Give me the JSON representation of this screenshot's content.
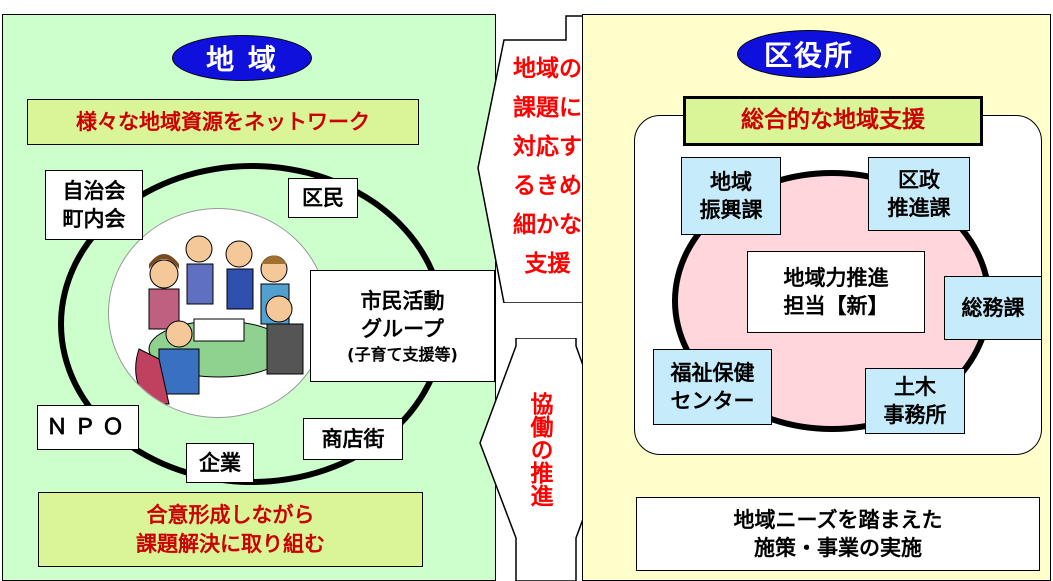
{
  "left": {
    "title": "地 域",
    "banner": "様々な地域資源をネットワーク",
    "chonaikai_l1": "自治会",
    "chonaikai_l2": "町内会",
    "kumin": "区民",
    "shimin_l1": "市民活動",
    "shimin_l2": "グループ",
    "shimin_l3": "(子育て支援等)",
    "npo": "ＮＰＯ",
    "shotengai": "商店街",
    "kigyo": "企業",
    "bottom_l1": "合意形成しながら",
    "bottom_l2": "課題解決に取り組む"
  },
  "middle": {
    "upper": [
      "地域の",
      "課題に",
      "対応す",
      "るきめ",
      "細かな",
      "支援"
    ],
    "lower": "協働の推進"
  },
  "right": {
    "title": "区役所",
    "banner": "総合的な地域支援",
    "chiiki_l1": "地域",
    "chiiki_l2": "振興課",
    "kusei_l1": "区政",
    "kusei_l2": "推進課",
    "center_l1": "地域力推進",
    "center_l2": "担当【新】",
    "somu": "総務課",
    "fukushi_l1": "福祉保健",
    "fukushi_l2": "センター",
    "doboku_l1": "土木",
    "doboku_l2": "事務所",
    "bottom_l1": "地域ニーズを踏まえた",
    "bottom_l2": "施策・事業の実施"
  },
  "colors": {
    "left_panel": "#ccffcc",
    "right_panel": "#ffffcc",
    "pill_blue": "#1010dd",
    "banner_green": "#d9f597",
    "light_blue": "#c6ecfc",
    "pink_circle": "#ffd6dc",
    "red_text": "#ff0000"
  }
}
